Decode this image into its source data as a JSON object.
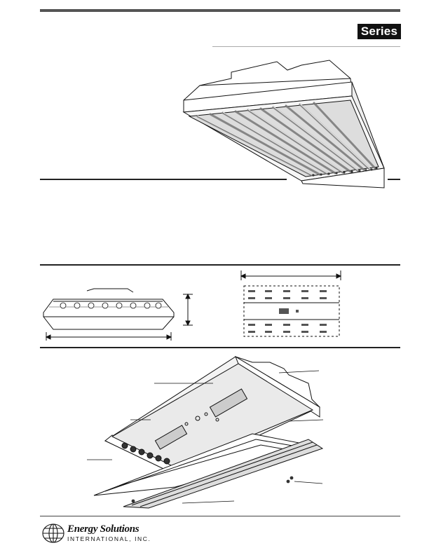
{
  "header": {
    "series_label": "Series"
  },
  "icons": {
    "hero": "fixture-iso-illustration",
    "side": "fixture-side-profile-diagram",
    "plan": "fixture-plan-view-diagram",
    "exploded": "fixture-exploded-view-diagram",
    "logo": "globe-logo-icon"
  },
  "company": {
    "name": "Energy Solutions",
    "sub": "INTERNATIONAL, INC."
  }
}
